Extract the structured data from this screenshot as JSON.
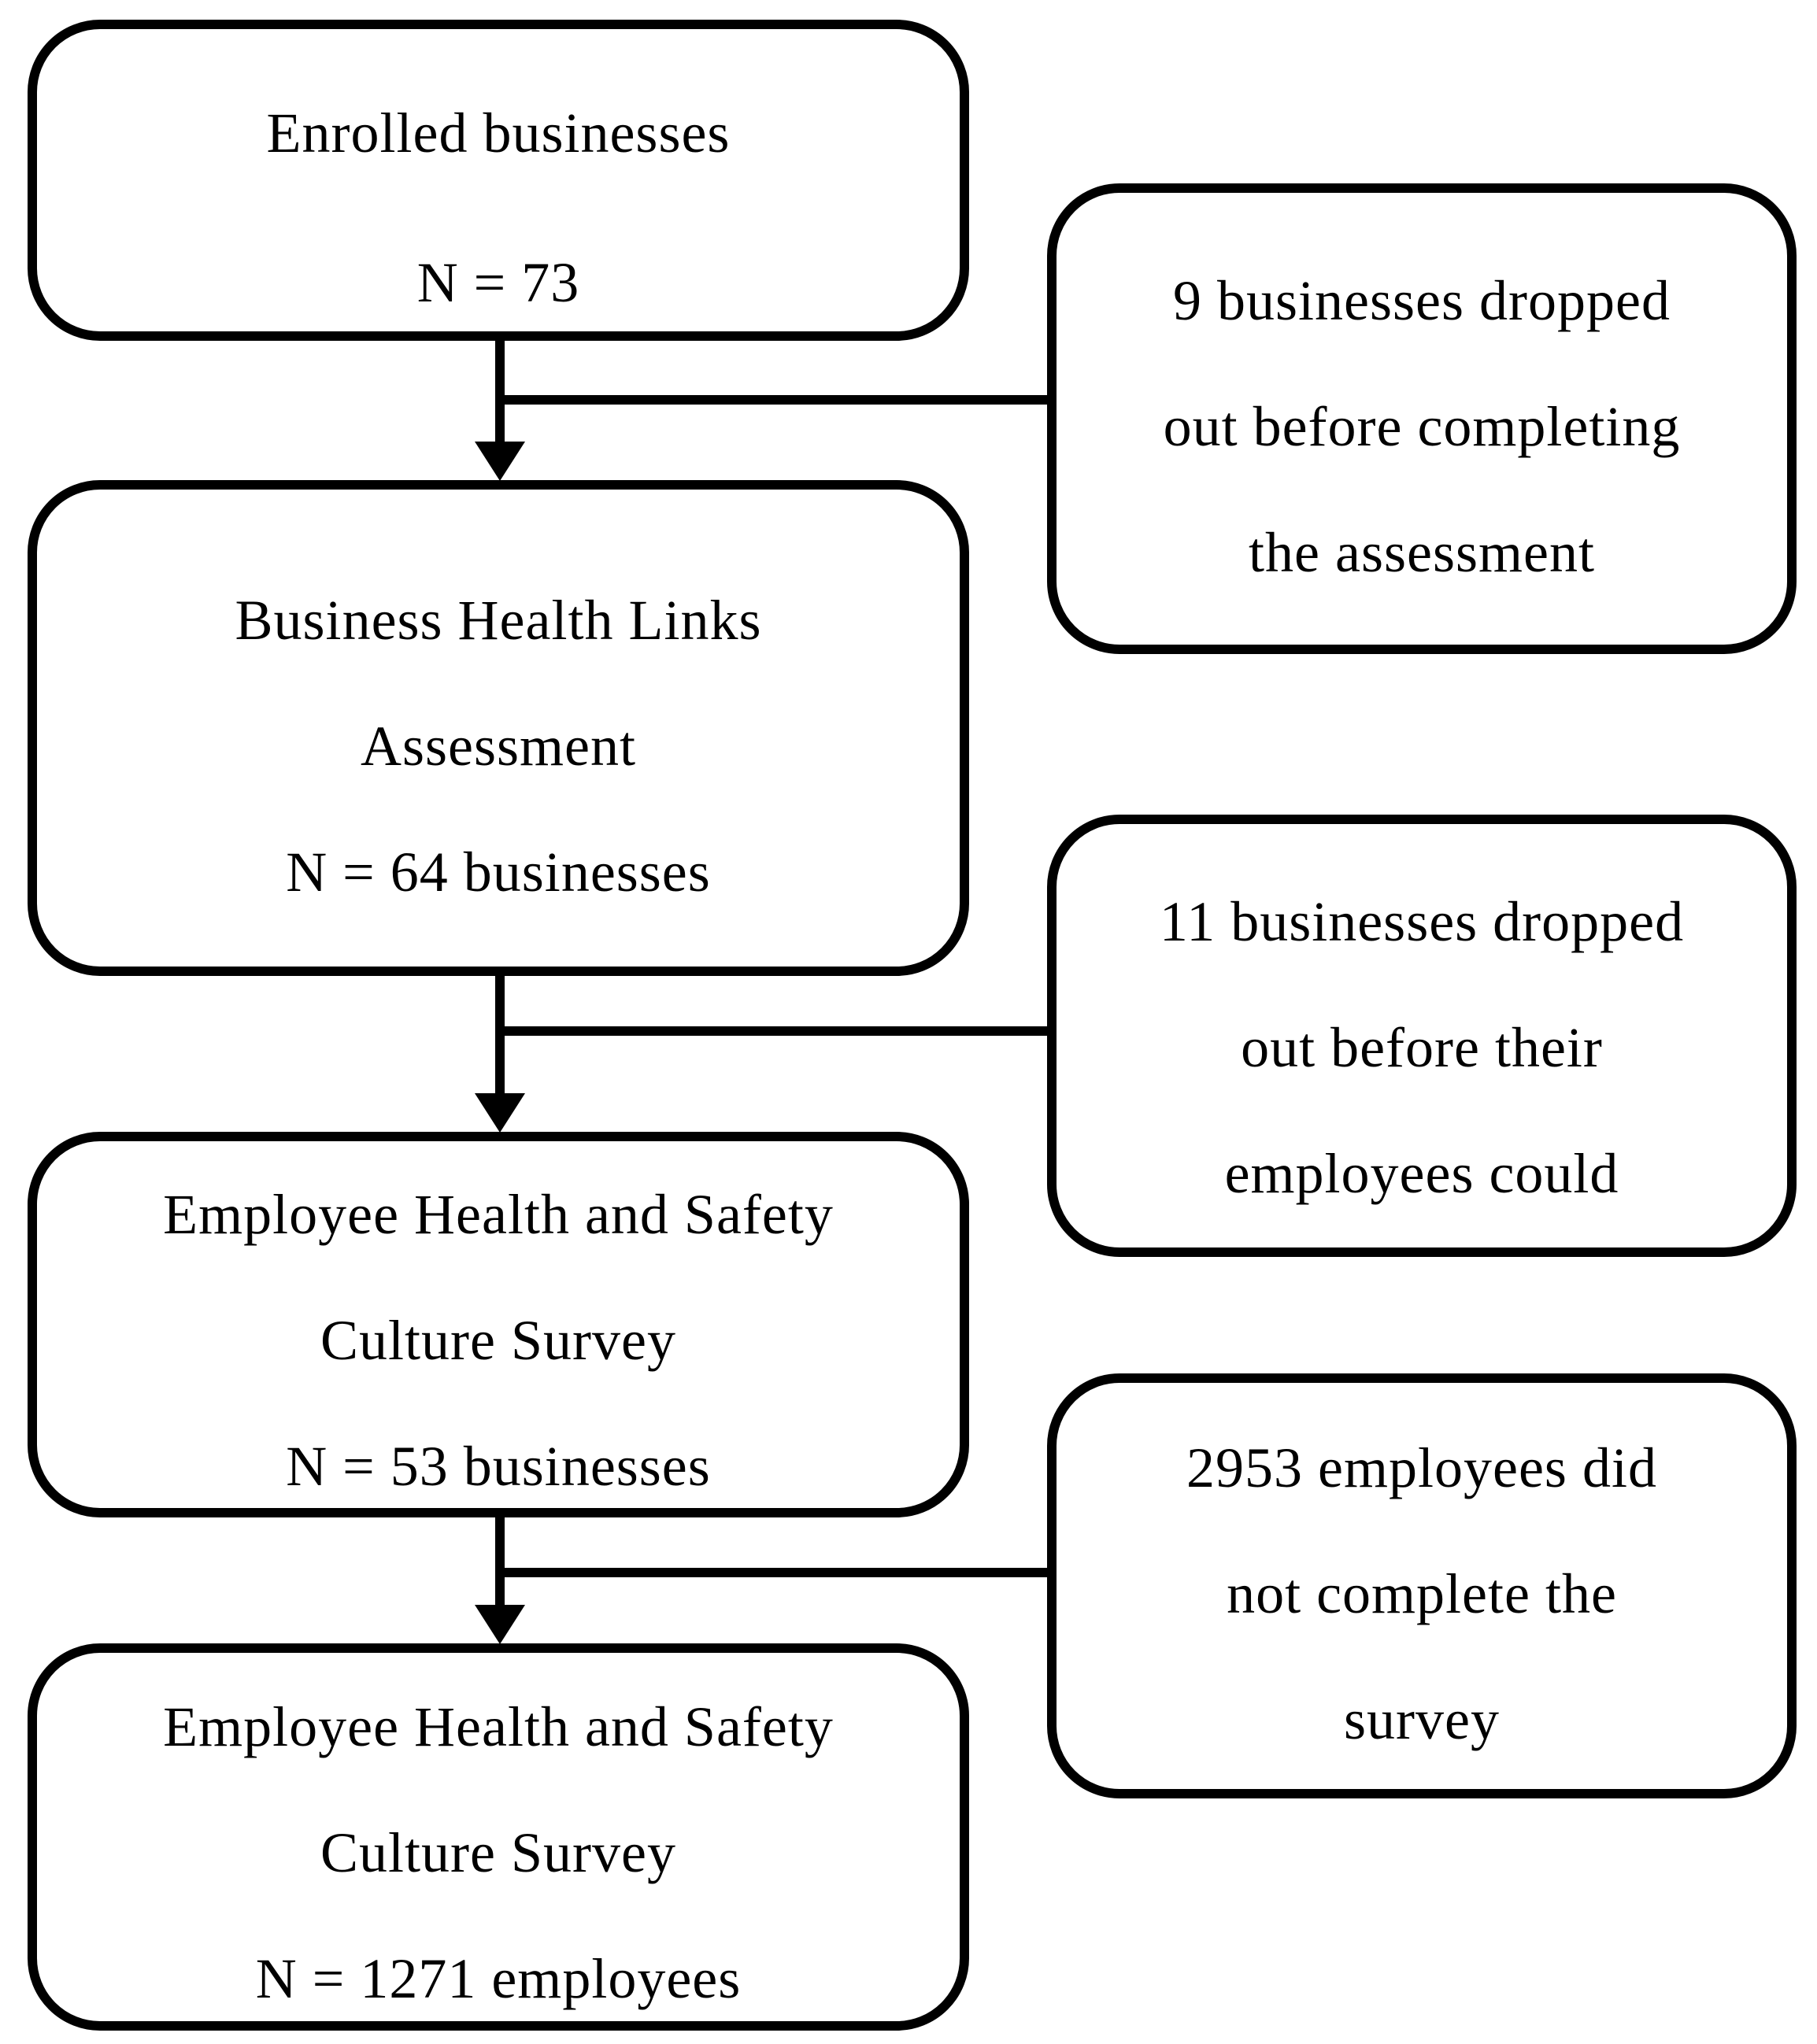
{
  "colors": {
    "background": "#ffffff",
    "line": "#000000",
    "text": "#000000"
  },
  "boxes": {
    "enrolled": {
      "lines": [
        "Enrolled businesses",
        "N = 73"
      ]
    },
    "assessment": {
      "lines": [
        "Business Health Links",
        "Assessment",
        "N = 64 businesses"
      ]
    },
    "survey_businesses": {
      "lines": [
        "Employee Health and Safety",
        "Culture Survey",
        "N = 53 businesses"
      ]
    },
    "survey_employees": {
      "lines": [
        "Employee Health and Safety",
        "Culture Survey",
        "N = 1271 employees"
      ]
    },
    "dropout_before_assessment": {
      "lines": [
        "9 businesses dropped",
        "out before completing",
        "the assessment"
      ]
    },
    "dropout_before_survey": {
      "lines": [
        "11 businesses dropped",
        "out before their",
        "employees could"
      ]
    },
    "employees_incomplete": {
      "lines": [
        "2953 employees did",
        "not complete the",
        "survey"
      ]
    }
  }
}
